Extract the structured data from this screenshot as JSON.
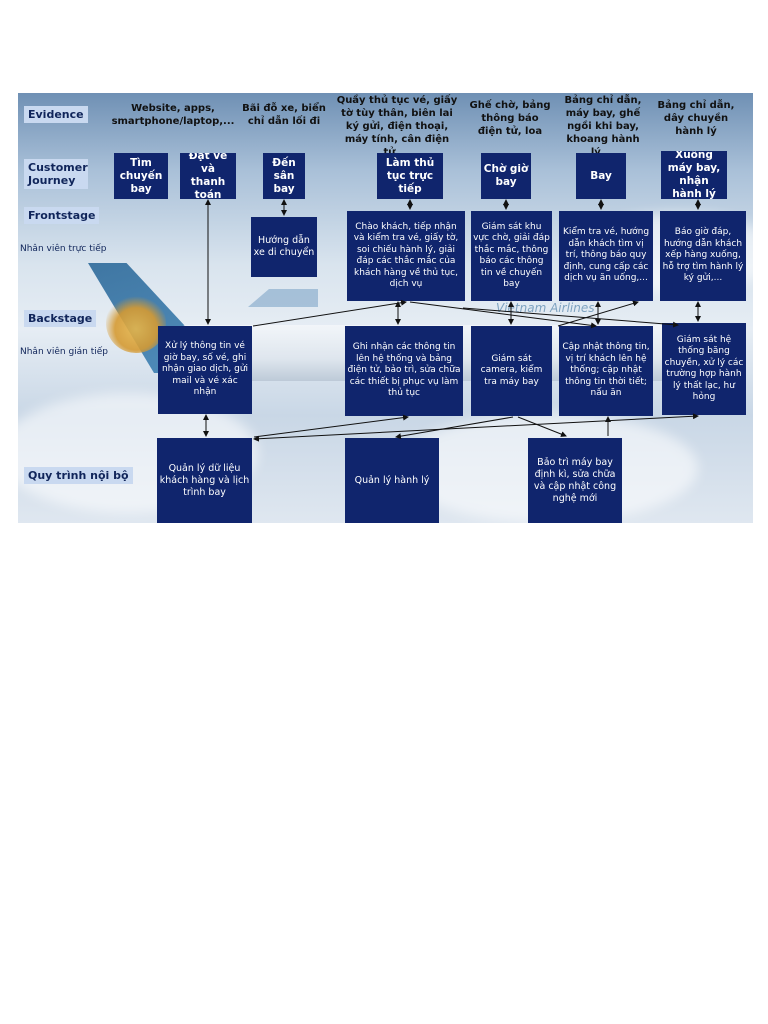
{
  "labels": {
    "evidence": "Evidence",
    "customer_journey": "Customer Journey",
    "frontstage": "Frontstage",
    "frontstage_sub": "Nhân viên trực tiếp",
    "backstage": "Backstage",
    "backstage_sub": "Nhân viên gián tiếp",
    "internal": "Quy trình nội bộ"
  },
  "evidence": [
    "Website, apps, smartphone/laptop,...",
    "Bãi đỗ xe, biển chỉ dẫn lối đi",
    "Quầy thủ tục vé, giấy tờ tùy thân, biên lai ký gửi, điện thoại, máy tính, cân điện tử,...",
    "Ghế chờ, bảng thông báo điện tử, loa",
    "Bảng chỉ dẫn, máy bay, ghế ngồi khi bay, khoang hành lý,...",
    "Bảng chỉ dẫn, dây chuyền hành lý"
  ],
  "journey": [
    "Tìm chuyến bay",
    "Đặt vé và thanh toán",
    "Đến sân bay",
    "Làm thủ tục trực tiếp",
    "Chờ giờ bay",
    "Bay",
    "Xuống máy bay, nhận hành lý"
  ],
  "frontstage": [
    "Hướng dẫn xe di chuyển",
    "Chào khách, tiếp nhận và kiểm tra vé, giấy tờ, soi chiếu hành lý, giải đáp các thắc mắc của khách hàng về thủ tục, dịch vụ",
    "Giám sát khu vực chờ, giải đáp thắc mắc, thông báo các thông tin về chuyến bay",
    "Kiểm tra vé, hướng dẫn khách tìm vị trí, thông báo quy định, cung cấp các dịch vụ ăn uống,...",
    "Báo giờ đáp, hướng dẫn khách xếp hàng xuống, hỗ trợ tìm hành lý ký gửi,..."
  ],
  "backstage": [
    "Xử lý thông tin vé giờ bay, số vé, ghi nhận giao dịch, gửi mail và vé xác nhận",
    "Ghi nhận các thông tin lên hệ thống và bảng điện tử, bảo trì, sửa chữa các thiết bị phục vụ làm thủ tục",
    "Giám sát camera, kiểm tra máy bay",
    "Cập nhật thông tin, vị trí khách lên hệ thống; cập nhật thông tin thời tiết; nấu ăn",
    "Giám sát hệ thống băng chuyền, xử lý các trường hợp hành lý thất lạc, hư hỏng"
  ],
  "internal": [
    "Quản lý dữ liệu khách hàng và lịch trình bay",
    "Quản lý hành lý",
    "Bảo trì máy bay định kì, sửa chữa và cập nhật công nghệ mới"
  ],
  "watermark": "Vietnam Airlines"
}
